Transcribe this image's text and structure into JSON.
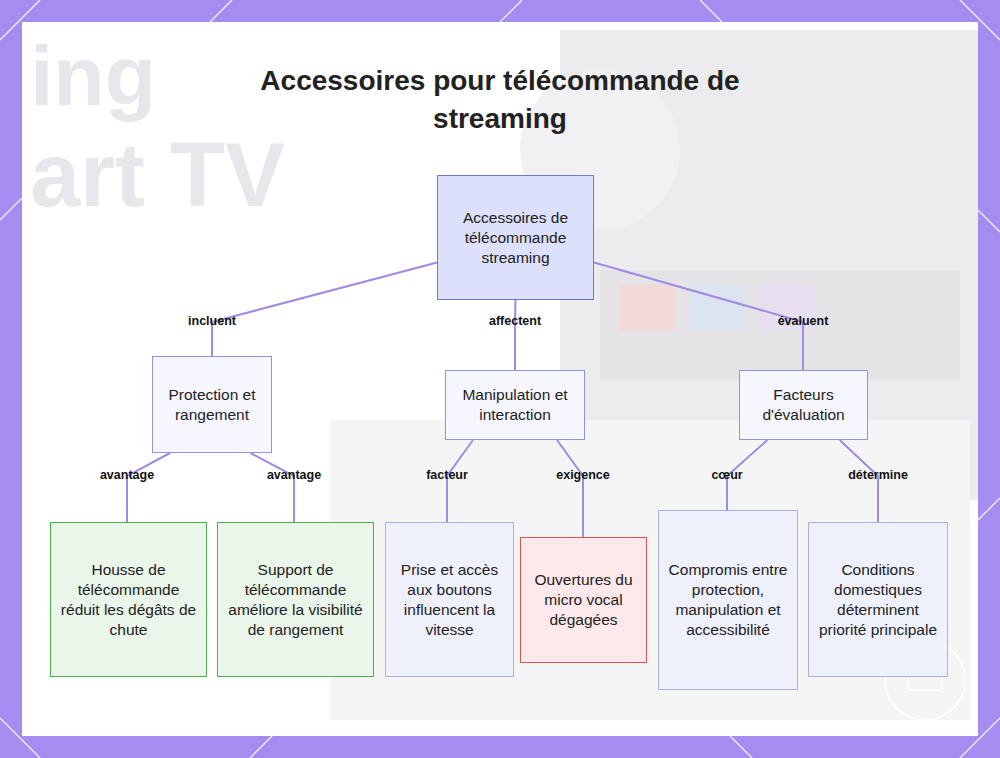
{
  "diagram": {
    "title": "Accessoires pour télécommande de streaming",
    "nodes": [
      {
        "text": [
          "Accessoires de télécommande streaming"
        ]
      },
      {
        "text": [
          "Protection et rangement"
        ]
      },
      {
        "text": [
          "Manipulation et interaction"
        ]
      },
      {
        "text": [
          "Facteurs d'évaluation"
        ]
      },
      {
        "text": [
          "Housse de télécommande réduit les dégâts de chute"
        ]
      },
      {
        "text": [
          "Support de télécommande améliore la visibilité de rangement"
        ]
      },
      {
        "text": [
          "Prise et accès aux boutons influencent la vitesse"
        ]
      },
      {
        "text": [
          "Ouvertures du micro vocal dégagées"
        ]
      },
      {
        "text": [
          "Compromis entre protection, manipulation et accessibilité"
        ]
      },
      {
        "text": [
          "Conditions domestiques déterminent priorité principale"
        ]
      }
    ],
    "edges": [
      {
        "from": 0,
        "to": 1,
        "label": "incluent",
        "arrow": "none"
      },
      {
        "from": 0,
        "to": 2,
        "label": "affectent",
        "arrow": "none"
      },
      {
        "from": 0,
        "to": 3,
        "label": "évaluent",
        "arrow": "none"
      },
      {
        "from": 1,
        "to": 4,
        "label": "avantage",
        "arrow": "none"
      },
      {
        "from": 1,
        "to": 5,
        "label": "avantage",
        "arrow": "none"
      },
      {
        "from": 2,
        "to": 6,
        "label": "facteur",
        "arrow": "none"
      },
      {
        "from": 2,
        "to": 7,
        "label": "exigence",
        "arrow": "none"
      },
      {
        "from": 3,
        "to": 8,
        "label": "cœur",
        "arrow": "none"
      },
      {
        "from": 3,
        "to": 9,
        "label": "détermine",
        "arrow": "none"
      }
    ],
    "labels": [
      "ing",
      "art TV"
    ]
  }
}
